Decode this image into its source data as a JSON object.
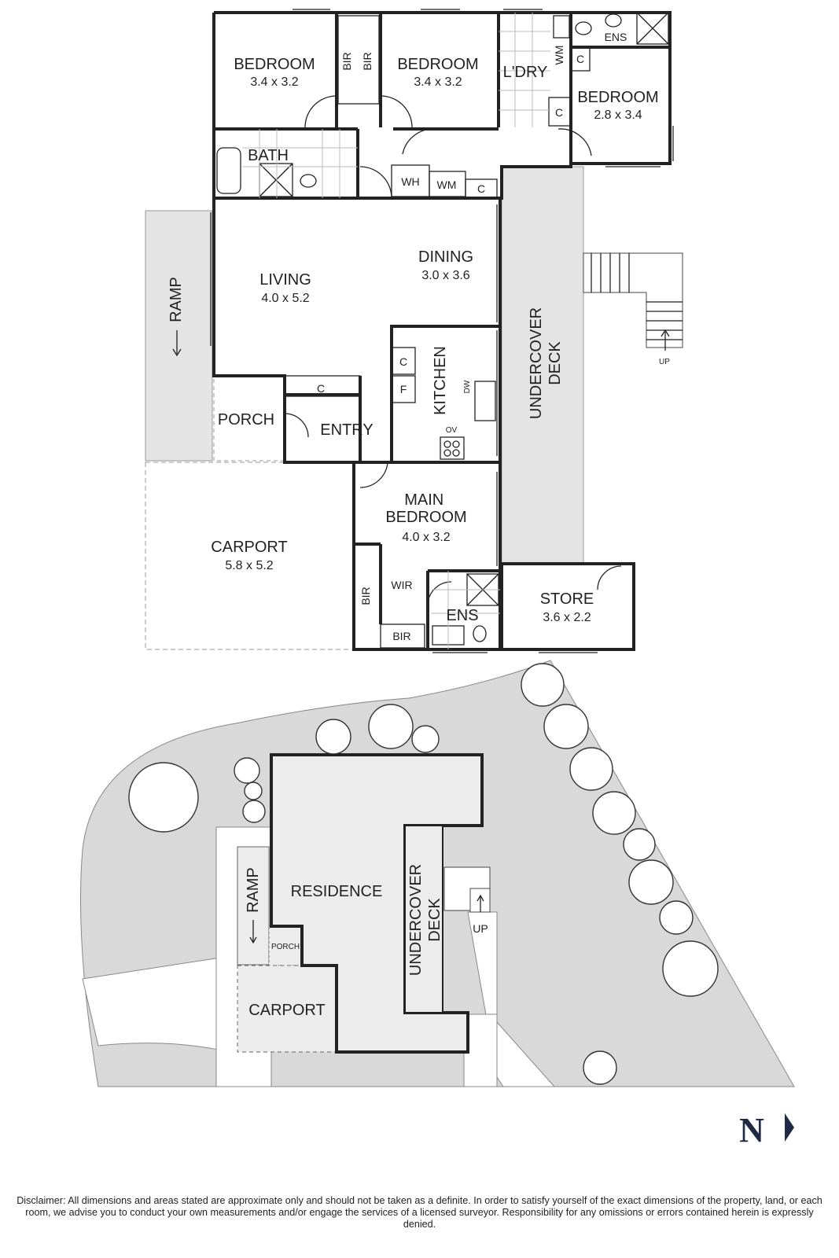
{
  "floor_plan": {
    "rooms": {
      "bedroom_1": {
        "name": "BEDROOM",
        "size": "3.4 x 3.2"
      },
      "bedroom_2": {
        "name": "BEDROOM",
        "size": "3.4 x 3.2"
      },
      "bedroom_3": {
        "name": "BEDROOM",
        "size": "2.8 x 3.4"
      },
      "laundry": {
        "name": "L'DRY"
      },
      "ensuite_upper": {
        "name": "ENS"
      },
      "bath": {
        "name": "BATH"
      },
      "living": {
        "name": "LIVING",
        "size": "4.0 x 5.2"
      },
      "dining": {
        "name": "DINING",
        "size": "3.0 x 3.6"
      },
      "kitchen": {
        "name": "KITCHEN"
      },
      "entry": {
        "name": "ENTRY"
      },
      "porch": {
        "name": "PORCH"
      },
      "ramp": {
        "name": "RAMP"
      },
      "undercover_deck": {
        "name": "UNDERCOVER DECK"
      },
      "carport": {
        "name": "CARPORT",
        "size": "5.8 x 5.2"
      },
      "main_bedroom": {
        "name": "MAIN BEDROOM",
        "size": "4.0 x 3.2"
      },
      "wir": {
        "name": "WIR"
      },
      "ensuite_main": {
        "name": "ENS"
      },
      "store": {
        "name": "STORE",
        "size": "3.6 x 2.2"
      }
    },
    "fixtures": {
      "bir": "BIR",
      "cupboard": "C",
      "washing_machine": "WM",
      "water_heater": "WH",
      "fridge": "F",
      "dishwasher": "DW",
      "oven": "OV",
      "stairs_up": "UP"
    }
  },
  "site_plan": {
    "residence": "RESIDENCE",
    "undercover_deck": "UNDERCOVER DECK",
    "ramp": "RAMP",
    "porch": "PORCH",
    "carport": "CARPORT",
    "stairs_up": "UP"
  },
  "north_label": "N",
  "disclaimer": "Disclaimer: All dimensions and areas stated are approximate only and should not be taken as a definite. In order to satisfy yourself of the exact dimensions of the property, land, or each room, we advise you to conduct your own measurements and/or engage the services of a licensed surveyor. Responsibility for any omissions or errors contained herein is expressly denied.",
  "colors": {
    "walls": "#222222",
    "landscape": "#d9d9d9",
    "paving": "#ececec"
  }
}
